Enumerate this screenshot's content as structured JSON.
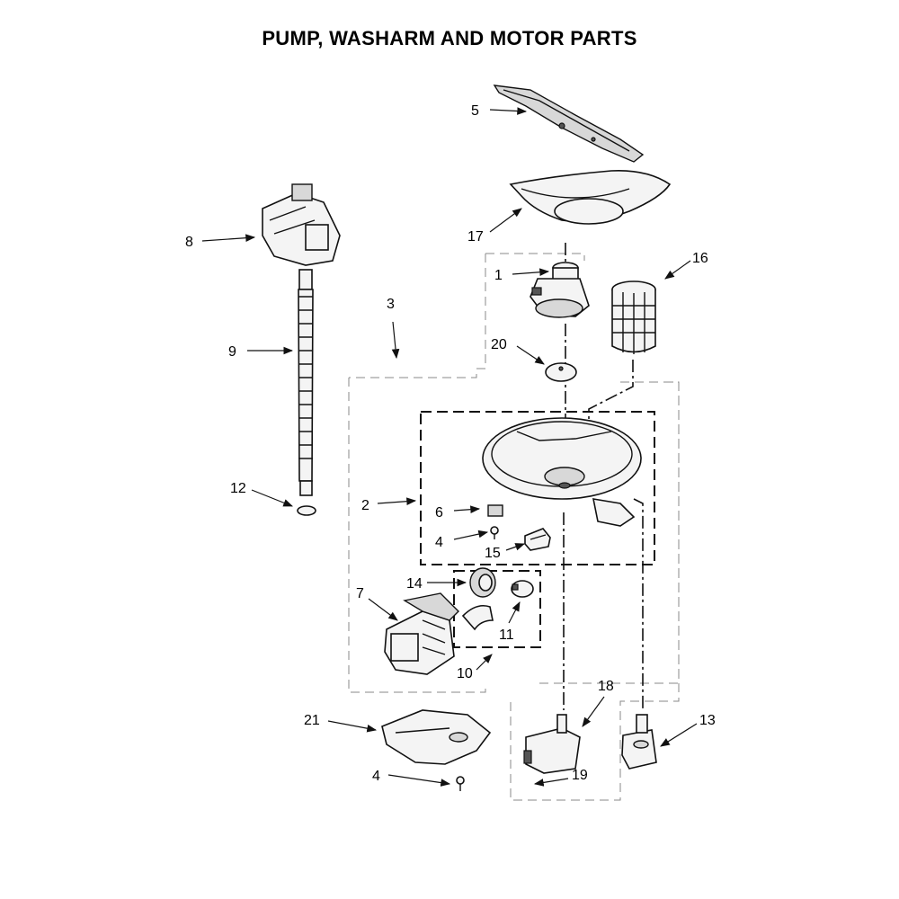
{
  "title": "PUMP, WASHARM AND MOTOR PARTS",
  "callouts": {
    "p1": "1",
    "p2": "2",
    "p3": "3",
    "p4a": "4",
    "p4b": "4",
    "p5": "5",
    "p6": "6",
    "p7": "7",
    "p8": "8",
    "p9": "9",
    "p10": "10",
    "p11": "11",
    "p12": "12",
    "p13": "13",
    "p14": "14",
    "p15": "15",
    "p16": "16",
    "p17": "17",
    "p18": "18",
    "p19": "19",
    "p20": "20",
    "p21": "21"
  }
}
